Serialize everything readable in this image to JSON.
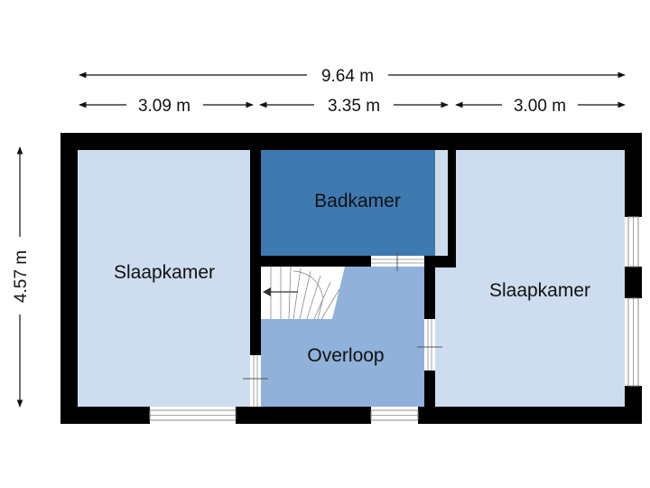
{
  "dimensions": {
    "total_width": "9.64 m",
    "segment_left": "3.09 m",
    "segment_middle": "3.35 m",
    "segment_right": "3.00 m",
    "depth": "4.57 m"
  },
  "rooms": {
    "bedroom_left": {
      "label": "Slaapkamer",
      "color": "#cddcee"
    },
    "bathroom": {
      "label": "Badkamer",
      "color": "#3e79b0"
    },
    "landing": {
      "label": "Overloop",
      "color": "#8fb1da"
    },
    "bedroom_right": {
      "label": "Slaapkamer",
      "color": "#cddcee"
    }
  },
  "colors": {
    "wall": "#000000",
    "window_frame": "#8c8c8c",
    "stairs": "#ffffff",
    "dimension_line": "#111111"
  },
  "icons": [
    "stairs-direction-arrow-icon"
  ]
}
